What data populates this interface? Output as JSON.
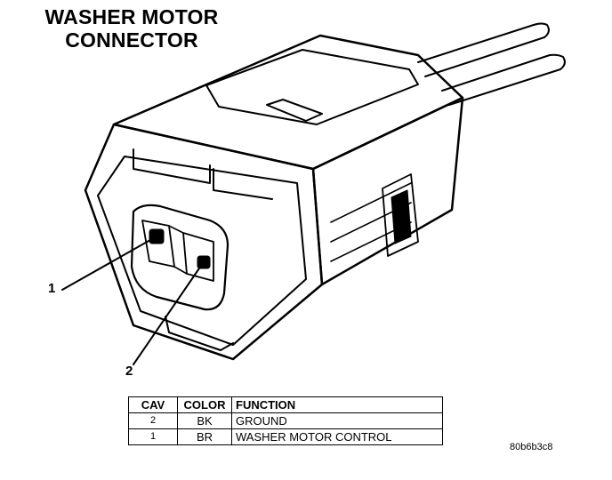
{
  "title": {
    "line1": "WASHER MOTOR",
    "line2": "CONNECTOR"
  },
  "callouts": [
    "1",
    "2"
  ],
  "pinout_table": {
    "headers": [
      "CAV",
      "COLOR",
      "FUNCTION"
    ],
    "rows": [
      {
        "cav": "2",
        "color": "BK",
        "function": "GROUND"
      },
      {
        "cav": "1",
        "color": "BR",
        "function": "WASHER MOTOR CONTROL"
      }
    ]
  },
  "reference_code": "80b6b3c8"
}
